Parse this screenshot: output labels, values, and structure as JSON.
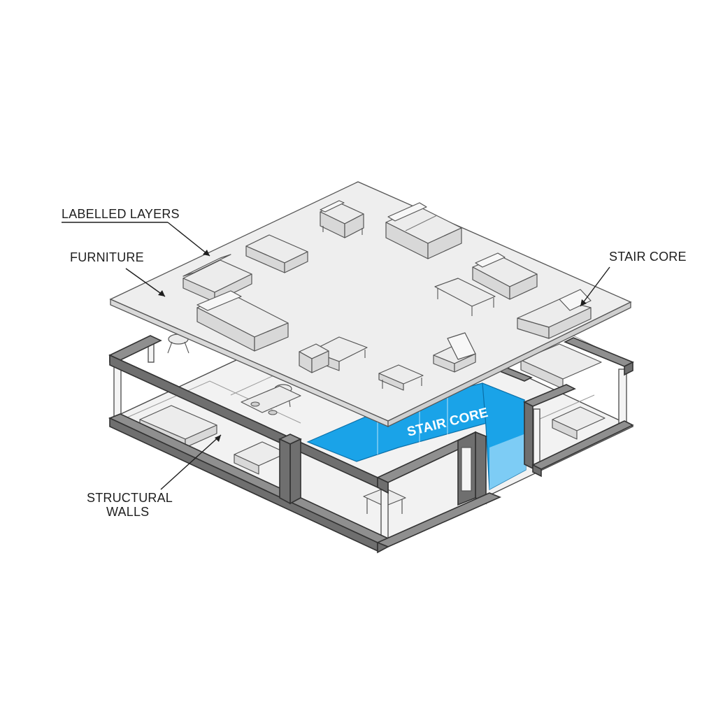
{
  "labels": {
    "labelled_layers": "LABELLED LAYERS",
    "furniture": "FURNITURE",
    "stair_core": "STAIR CORE",
    "stair_core_inline": "STAIR CORE",
    "structural_walls_line1": "STRUCTURAL",
    "structural_walls_line2": "WALLS"
  },
  "colors": {
    "background": "#ffffff",
    "stair_core_blue": "#1aa3e8",
    "stair_core_light": "#8fd4f7",
    "wall_gray": "#7a7a7a",
    "slab_fill": "#eeeeee",
    "ink": "#1e1e1e"
  }
}
